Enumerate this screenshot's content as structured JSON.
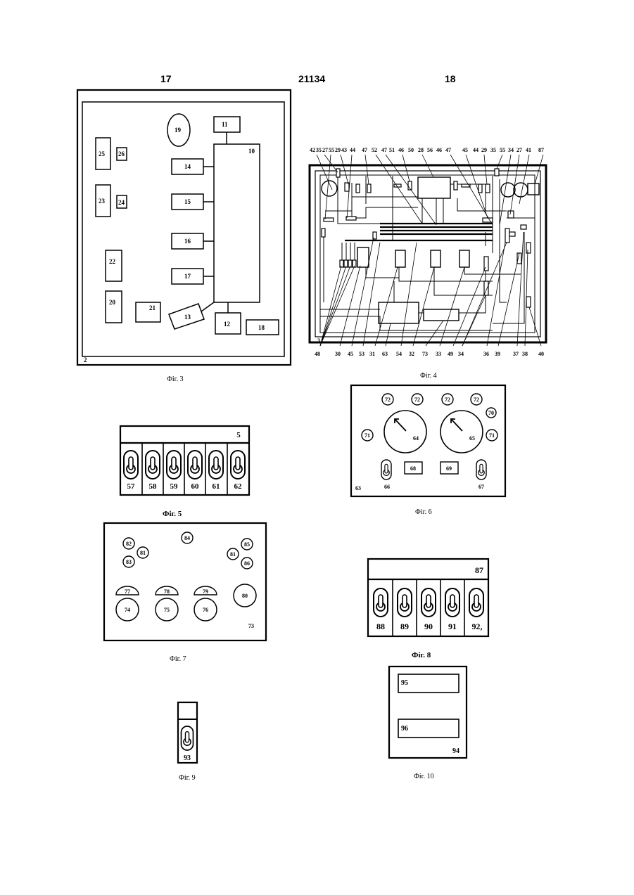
{
  "header": {
    "left_page": "17",
    "doc_number": "21134",
    "right_page": "18"
  },
  "figures": {
    "fig3": {
      "caption": "Фіг. 3",
      "corner": "2",
      "blocks": [
        "10",
        "11",
        "12",
        "13",
        "14",
        "15",
        "16",
        "17",
        "18",
        "19",
        "20",
        "21",
        "22",
        "23",
        "24",
        "25",
        "26"
      ]
    },
    "fig4": {
      "caption": "Фіг. 4",
      "corner": "3",
      "top_labels": [
        "42",
        "35",
        "27",
        "55",
        "29",
        "43",
        "44",
        "47",
        "52",
        "47",
        "51",
        "46",
        "50",
        "28",
        "56",
        "46",
        "47",
        "45",
        "44",
        "29",
        "35",
        "55",
        "34",
        "27",
        "41",
        "87"
      ],
      "bottom_labels": [
        "48",
        "30",
        "45",
        "53",
        "31",
        "63",
        "54",
        "32",
        "73",
        "33",
        "49",
        "34",
        "36",
        "39",
        "37",
        "38",
        "40"
      ]
    },
    "fig5": {
      "caption": "Фіг. 5",
      "panel": "5",
      "switches": [
        "57",
        "58",
        "59",
        "60",
        "61",
        "62"
      ]
    },
    "fig6": {
      "caption": "Фіг. 6",
      "panel": "63",
      "lamps_top": [
        "72",
        "72",
        "72",
        "72"
      ],
      "lamp_70": "70",
      "lamps_side": [
        "71",
        "71"
      ],
      "gauges": [
        "64",
        "65"
      ],
      "displays": [
        "68",
        "69"
      ],
      "switches": [
        "66",
        "67"
      ]
    },
    "fig7": {
      "caption": "Фіг. 7",
      "panel": "73",
      "lamps_left": [
        "82",
        "81",
        "83"
      ],
      "lamp_top": "84",
      "lamps_right": [
        "85",
        "81",
        "86"
      ],
      "knobs": [
        "74",
        "75",
        "76"
      ],
      "knob_labels": [
        "77",
        "78",
        "79"
      ],
      "big_knob": "80"
    },
    "fig8": {
      "caption": "Фіг. 8",
      "panel": "87",
      "switches": [
        "88",
        "89",
        "90",
        "91",
        "92,"
      ]
    },
    "fig9": {
      "caption": "Фіг. 9",
      "switch": "93"
    },
    "fig10": {
      "caption": "Фіг. 10",
      "panel": "94",
      "displays": [
        "95",
        "96"
      ]
    }
  }
}
